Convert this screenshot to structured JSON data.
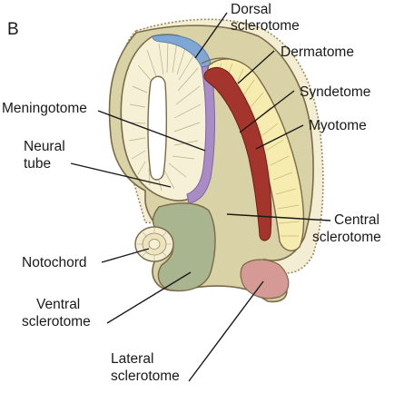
{
  "figure": {
    "panel_label": "B",
    "labels": {
      "dorsal_sclerotome": [
        "Dorsal",
        "sclerotome"
      ],
      "dermatome": "Dermatome",
      "meningotome": "Meningotome",
      "syndetome": "Syndetome",
      "myotome": "Myotome",
      "neural_tube": [
        "Neural",
        "tube"
      ],
      "central_sclerotome": [
        "Central",
        "sclerotome"
      ],
      "notochord": "Notochord",
      "ventral_sclerotome": [
        "Ventral",
        "sclerotome"
      ],
      "lateral_sclerotome": [
        "Lateral",
        "sclerotome"
      ]
    },
    "colors": {
      "ectoderm": "#f3edd4",
      "sclerotome_central": "#d9d2a6",
      "neural_tube": "#f5f0d6",
      "dorsal_sclerotome": "#7ea7d6",
      "meningotome": "#a98bc6",
      "ventral_sclerotome": "#a8b58e",
      "lateral_sclerotome": "#d59a95",
      "dermatome": "#f6ecb0",
      "myotome": "#a4352c",
      "outline": "#7a6a48"
    }
  }
}
